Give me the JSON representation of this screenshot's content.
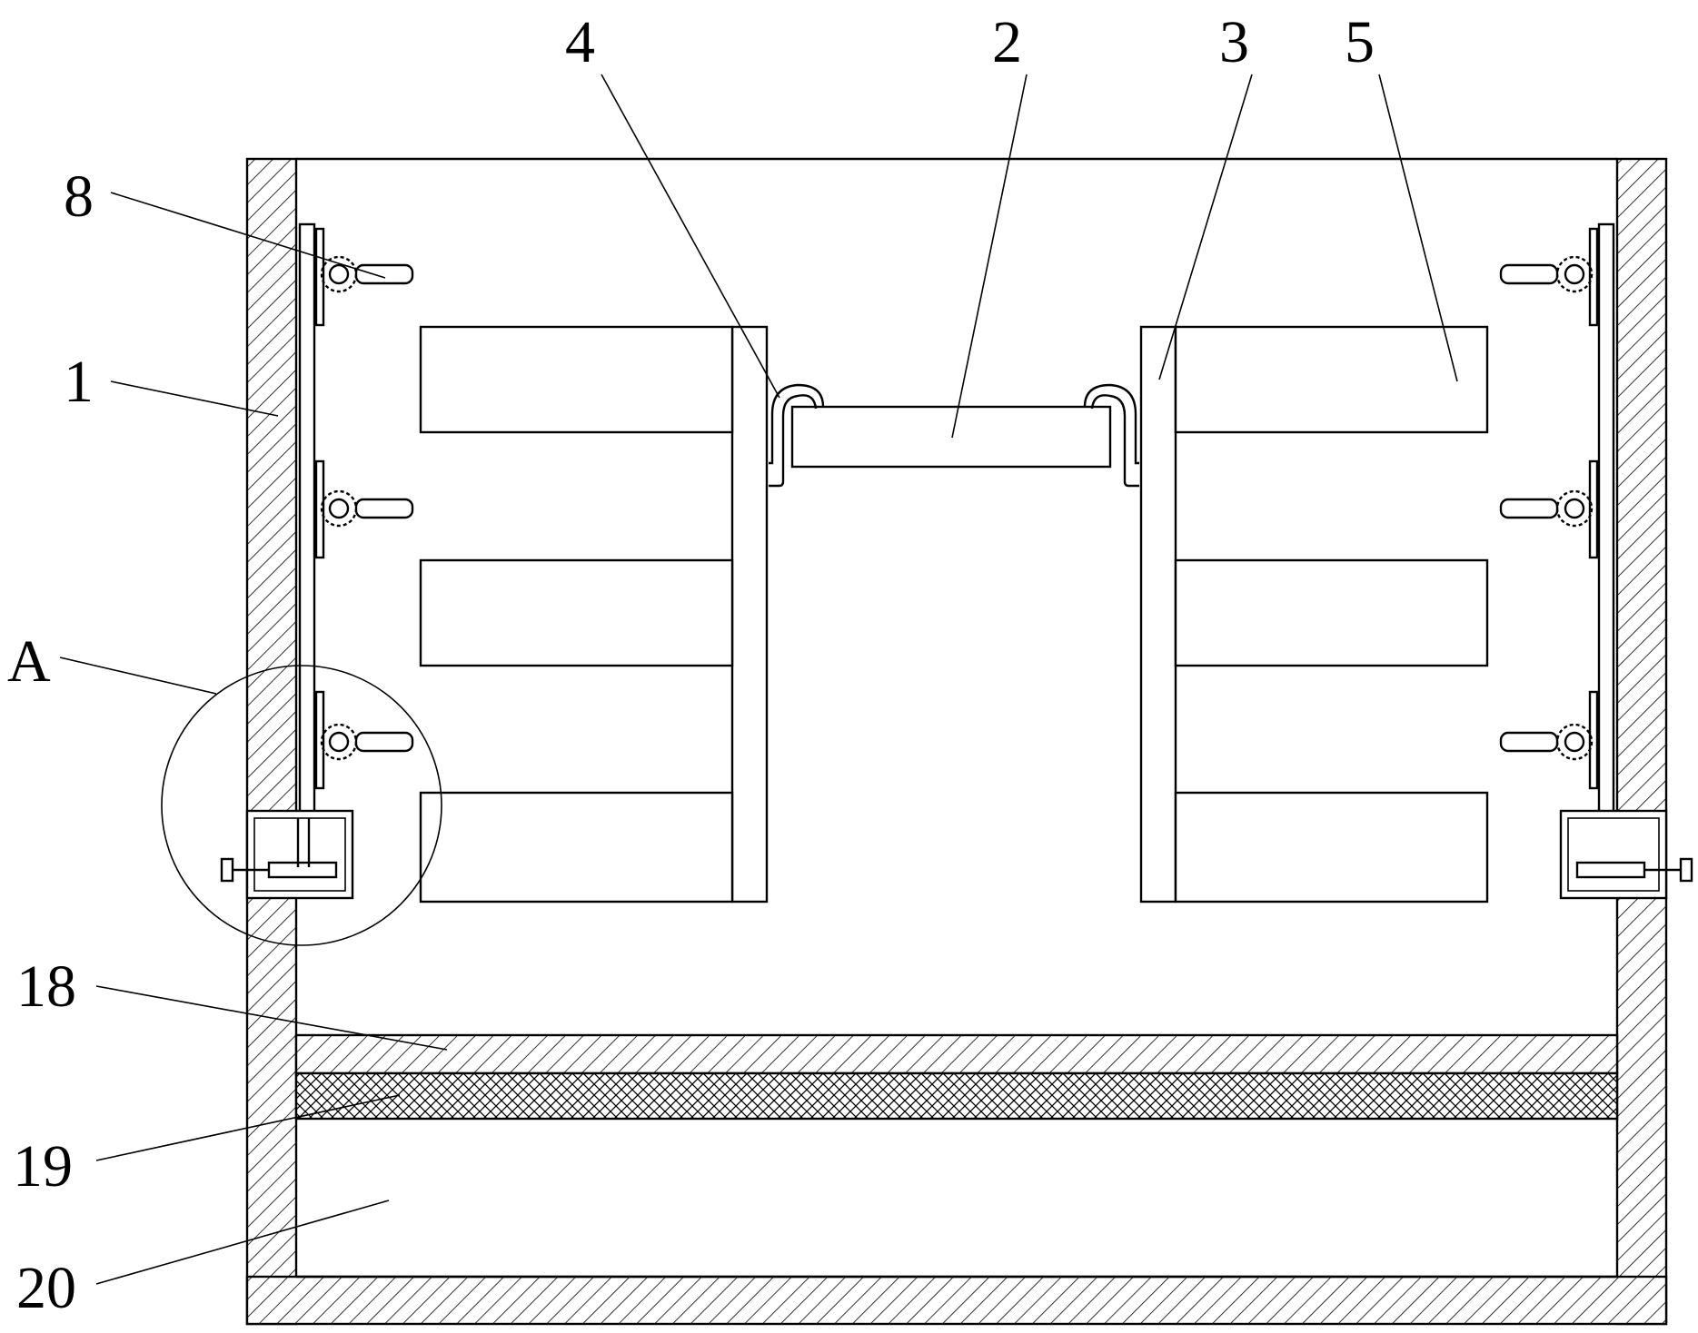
{
  "figure": {
    "labels": {
      "l1": "1",
      "l2": "2",
      "l3": "3",
      "l4": "4",
      "l5": "5",
      "l8": "8",
      "lA": "A",
      "l18": "18",
      "l19": "19",
      "l20": "20"
    }
  }
}
